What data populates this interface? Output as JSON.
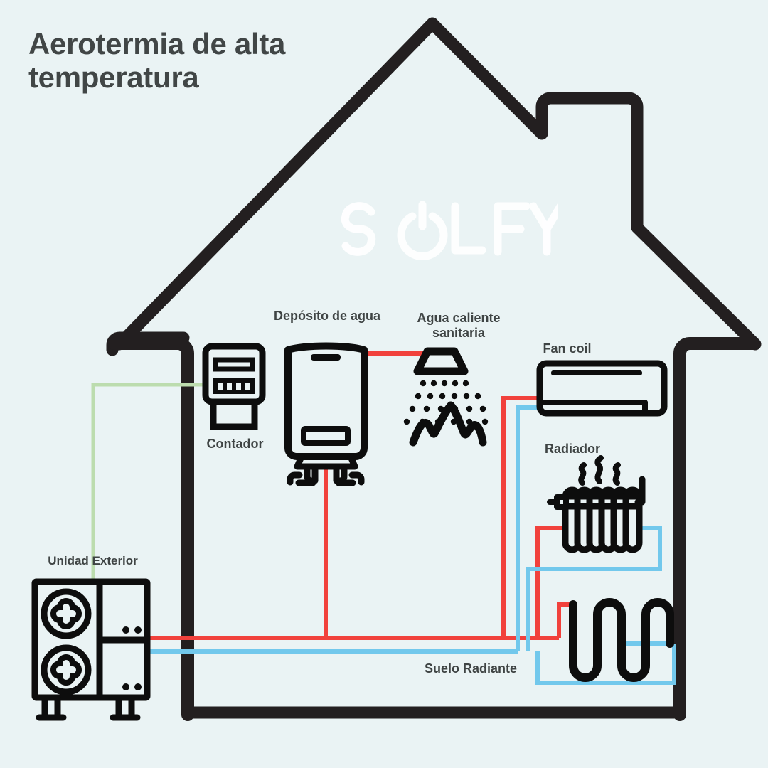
{
  "page": {
    "title": "Aerotermia de alta\ntemperatura",
    "background_color": "#eaf3f4",
    "brand_watermark": "SOLFY"
  },
  "colors": {
    "background": "#eaf3f4",
    "outline_dark": "#231f20",
    "text": "#3f4444",
    "hot_water_pipe_red": "#f1413c",
    "cold_return_pipe_blue": "#72c8ec",
    "electric_line_green": "#bcdcae",
    "watermark_white": "#ffffff"
  },
  "labels": {
    "deposito": "Depósito de agua",
    "agua_caliente": "Agua caliente\nsanitaria",
    "contador": "Contador",
    "fan_coil": "Fan coil",
    "radiador": "Radiador",
    "suelo_radiante": "Suelo Radiante",
    "unidad_exterior": "Unidad Exterior"
  },
  "components": [
    {
      "id": "unidad-exterior",
      "label": "Unidad Exterior",
      "icon": "heat-pump-outdoor-unit-icon",
      "location": "outside-left"
    },
    {
      "id": "contador",
      "label": "Contador",
      "icon": "electric-meter-icon",
      "location": "inside-left"
    },
    {
      "id": "deposito-agua",
      "label": "Depósito de agua",
      "icon": "water-tank-icon",
      "location": "inside-left-center"
    },
    {
      "id": "agua-caliente-sanitaria",
      "label": "Agua caliente sanitaria",
      "icon": "shower-head-icon",
      "location": "inside-center"
    },
    {
      "id": "fan-coil",
      "label": "Fan coil",
      "icon": "wall-split-ac-icon",
      "location": "inside-right-top"
    },
    {
      "id": "radiador",
      "label": "Radiador",
      "icon": "radiator-icon",
      "location": "inside-right-middle"
    },
    {
      "id": "suelo-radiante",
      "label": "Suelo Radiante",
      "icon": "underfloor-heating-coil-icon",
      "location": "inside-right-bottom"
    }
  ],
  "connections": [
    {
      "from": "contador",
      "to": "unidad-exterior",
      "type": "electric",
      "color": "#bcdcae"
    },
    {
      "from": "unidad-exterior",
      "to": "deposito-agua",
      "type": "hot-supply",
      "color": "#f1413c"
    },
    {
      "from": "deposito-agua",
      "to": "agua-caliente-sanitaria",
      "type": "hot-supply",
      "color": "#f1413c"
    },
    {
      "from": "unidad-exterior",
      "to": "fan-coil",
      "type": "hot-supply",
      "color": "#f1413c"
    },
    {
      "from": "fan-coil",
      "to": "unidad-exterior",
      "type": "cold-return",
      "color": "#72c8ec"
    },
    {
      "from": "unidad-exterior",
      "to": "radiador",
      "type": "hot-supply",
      "color": "#f1413c"
    },
    {
      "from": "radiador",
      "to": "unidad-exterior",
      "type": "cold-return",
      "color": "#72c8ec"
    },
    {
      "from": "unidad-exterior",
      "to": "suelo-radiante",
      "type": "hot-supply",
      "color": "#f1413c"
    },
    {
      "from": "suelo-radiante",
      "to": "unidad-exterior",
      "type": "cold-return",
      "color": "#72c8ec"
    }
  ]
}
